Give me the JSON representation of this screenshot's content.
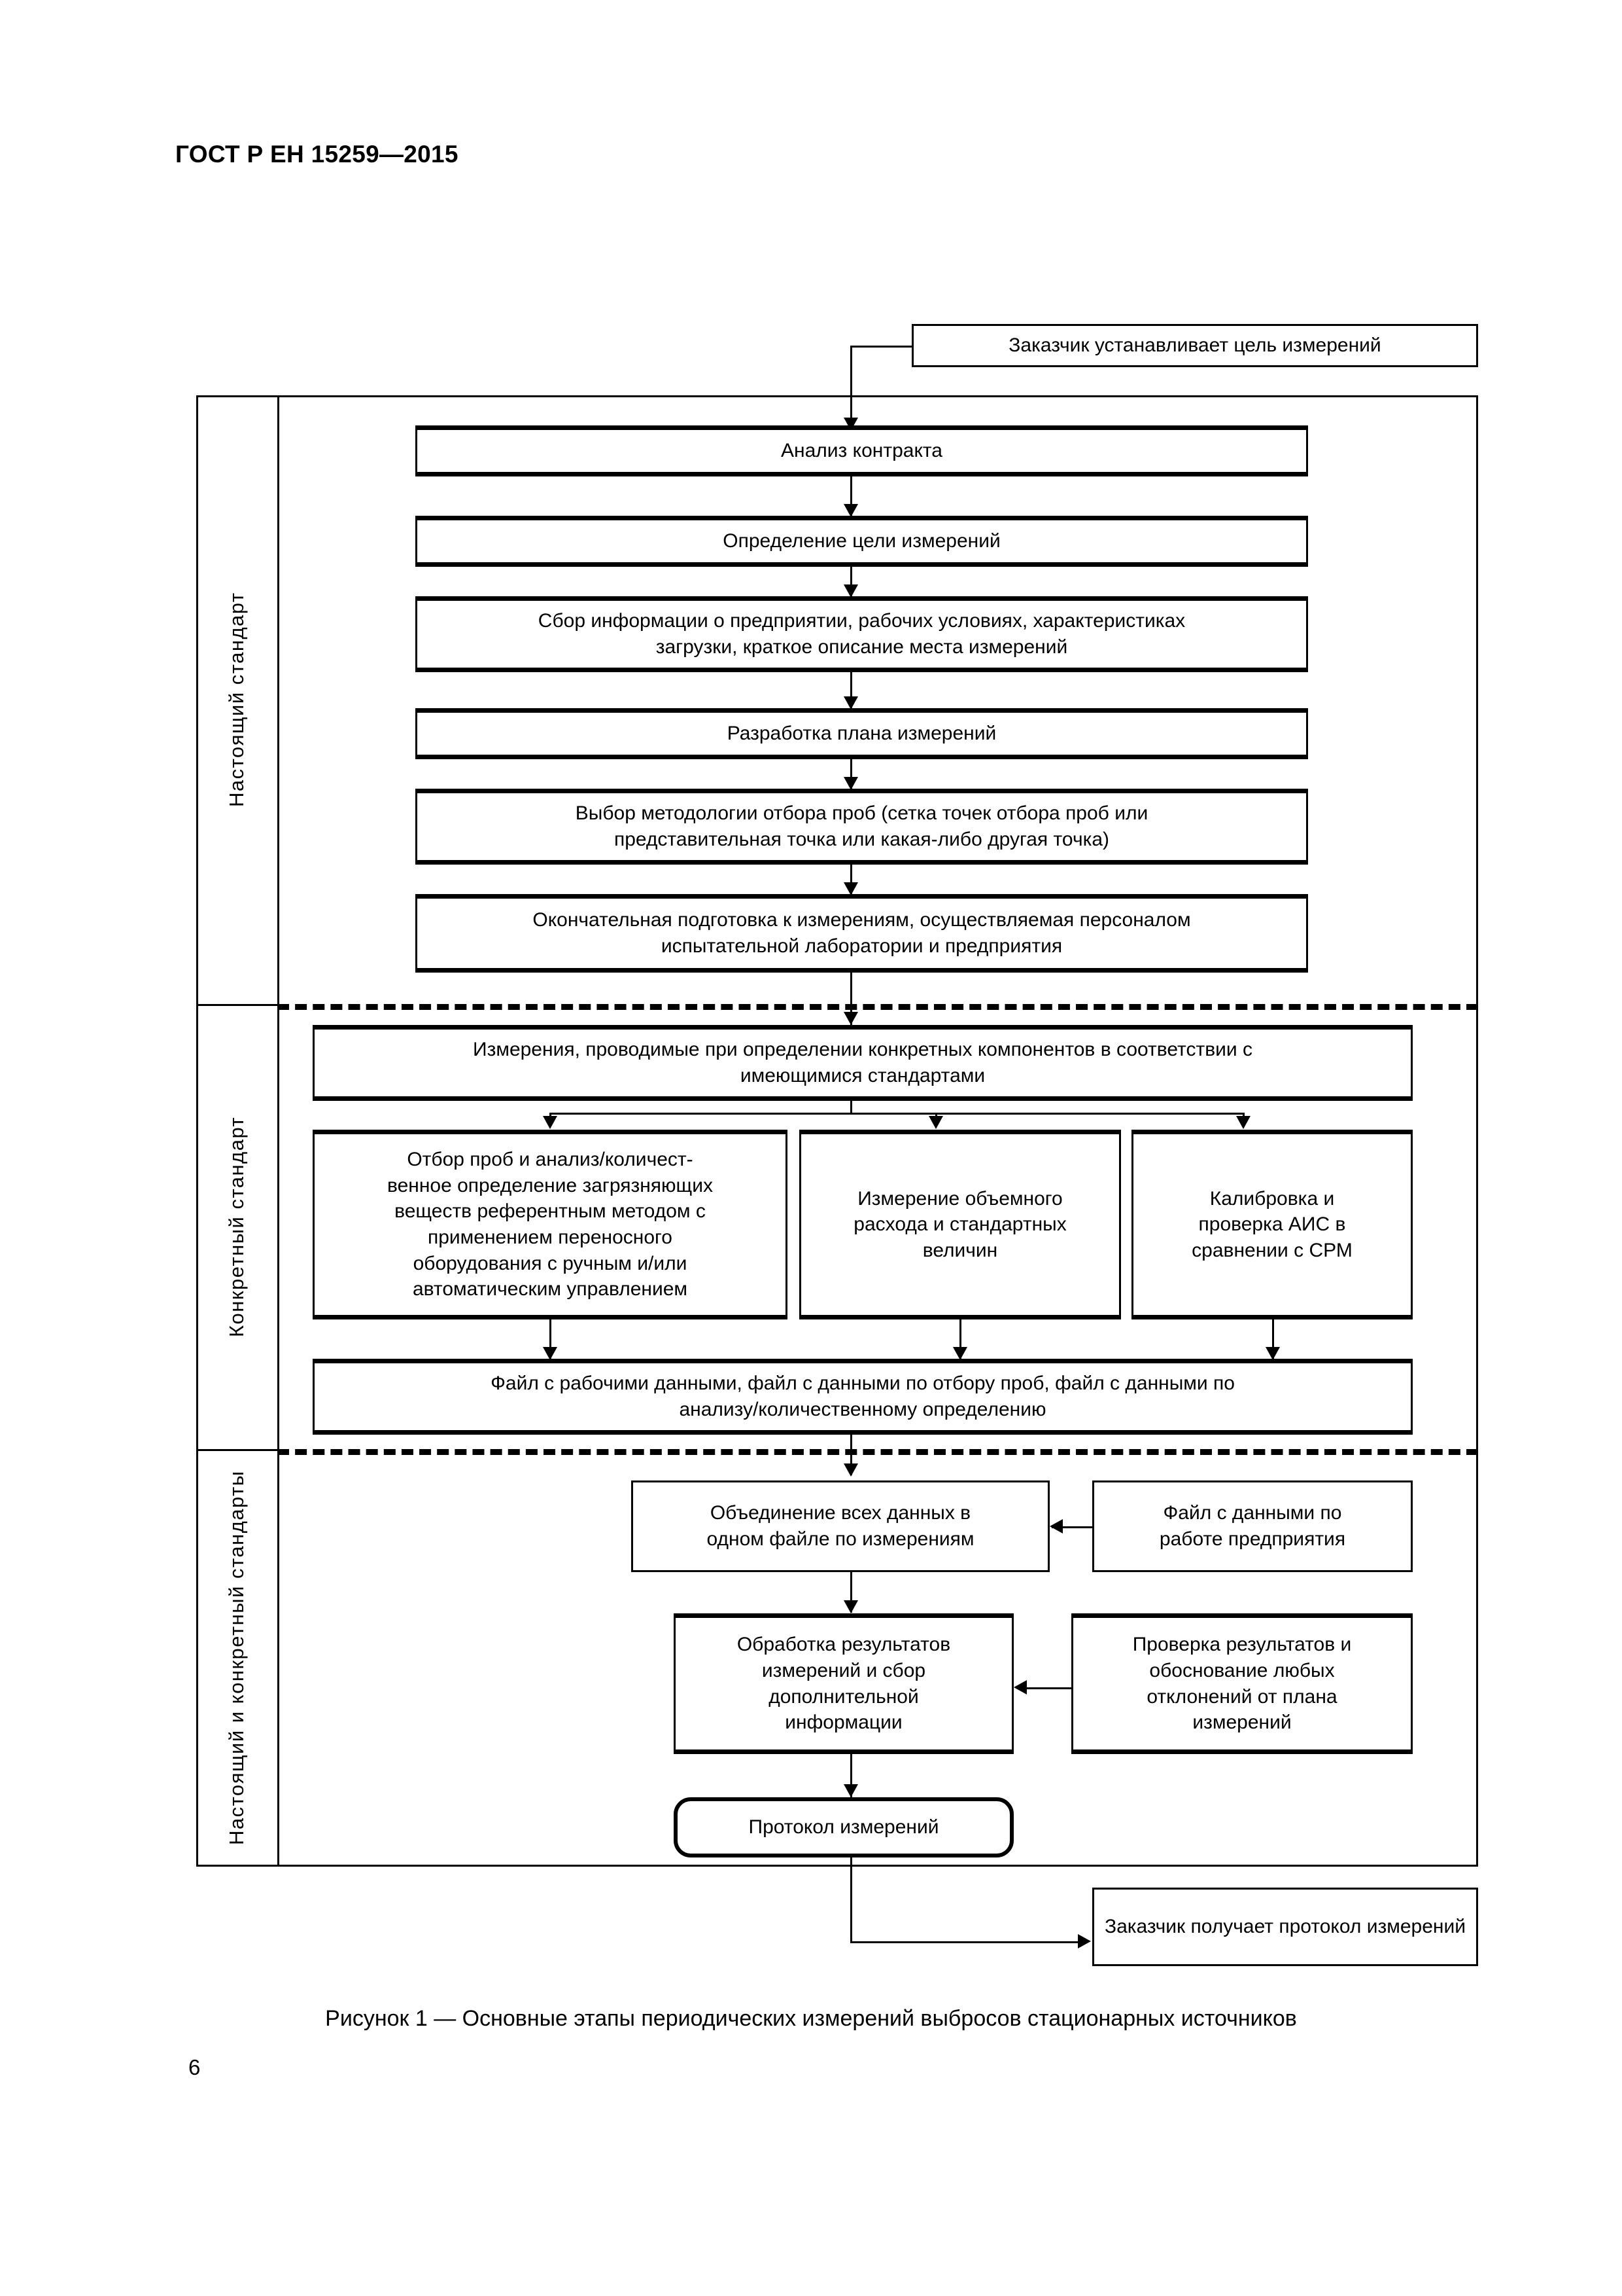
{
  "document": {
    "header": "ГОСТ Р ЕН 15259—2015",
    "page_number": "6",
    "figure_caption": "Рисунок 1 — Основные этапы периодических измерений выбросов стационарных источников"
  },
  "colors": {
    "line": "#000000",
    "background": "#ffffff"
  },
  "chart_data": {
    "type": "diagram",
    "title": "Рисунок 1 — Основные этапы периодических измерений выбросов стационарных источников",
    "lanes": [
      {
        "id": "lane1",
        "label": "Настоящий стандарт"
      },
      {
        "id": "lane2",
        "label": "Конкретный стандарт"
      },
      {
        "id": "lane3",
        "label": "Настоящий и конкретный стандарты"
      }
    ],
    "external_nodes": [
      {
        "id": "n_client_sets",
        "text": "Заказчик устанавливает цель измерений",
        "position": "top-right"
      },
      {
        "id": "n_client_gets",
        "text": "Заказчик получает протокол измерений",
        "position": "bottom-right"
      }
    ],
    "nodes": [
      {
        "id": "n1",
        "lane": "lane1",
        "lines": [
          "Анализ контракта"
        ]
      },
      {
        "id": "n2",
        "lane": "lane1",
        "lines": [
          "Определение цели измерений"
        ]
      },
      {
        "id": "n3",
        "lane": "lane1",
        "lines": [
          "Сбор информации о предприятии, рабочих условиях, характеристиках",
          "загрузки, краткое описание места измерений"
        ]
      },
      {
        "id": "n4",
        "lane": "lane1",
        "lines": [
          "Разработка плана измерений"
        ]
      },
      {
        "id": "n5",
        "lane": "lane1",
        "lines": [
          "Выбор методологии отбора проб (сетка точек отбора проб или",
          "представительная точка или какая-либо другая точка)"
        ]
      },
      {
        "id": "n6",
        "lane": "lane1",
        "lines": [
          "Окончательная подготовка к измерениям, осуществляемая персоналом",
          "испытательной лаборатории и предприятия"
        ]
      },
      {
        "id": "n7",
        "lane": "lane2",
        "lines": [
          "Измерения, проводимые при определении конкретных компонентов в соответствии с",
          "имеющимися стандартами"
        ]
      },
      {
        "id": "n8",
        "lane": "lane2",
        "lines": [
          "Отбор проб и анализ/количест-",
          "венное определение загрязняющих",
          "веществ референтным методом с",
          "применением переносного",
          "оборудования с ручным и/или",
          "автоматическим управлением"
        ]
      },
      {
        "id": "n9",
        "lane": "lane2",
        "lines": [
          "Измерение объемного",
          "расхода и стандартных",
          "величин"
        ]
      },
      {
        "id": "n10",
        "lane": "lane2",
        "lines": [
          "Калибровка и",
          "проверка АИС в",
          "сравнении с СРМ"
        ]
      },
      {
        "id": "n11",
        "lane": "lane2",
        "lines": [
          "Файл с рабочими данными, файл с данными по отбору проб, файл с данными по",
          "анализу/количественному определению"
        ]
      },
      {
        "id": "n12",
        "lane": "lane3",
        "lines": [
          "Объединение всех данных в",
          "одном файле по измерениям"
        ]
      },
      {
        "id": "n13",
        "lane": "lane3",
        "lines": [
          "Файл с данными по",
          "работе предприятия"
        ]
      },
      {
        "id": "n14",
        "lane": "lane3",
        "lines": [
          "Обработка результатов",
          "измерений и сбор",
          "дополнительной",
          "информации"
        ]
      },
      {
        "id": "n15",
        "lane": "lane3",
        "lines": [
          "Проверка результатов и",
          "обоснование любых",
          "отклонений от плана",
          "измерений"
        ]
      },
      {
        "id": "n16",
        "lane": "lane3",
        "lines": [
          "Протокол измерений"
        ],
        "shape": "rounded"
      }
    ],
    "edges": [
      {
        "from": "n_client_sets",
        "to": "n1",
        "dir": "down"
      },
      {
        "from": "n1",
        "to": "n2",
        "dir": "down"
      },
      {
        "from": "n2",
        "to": "n3",
        "dir": "down"
      },
      {
        "from": "n3",
        "to": "n4",
        "dir": "down"
      },
      {
        "from": "n4",
        "to": "n5",
        "dir": "down"
      },
      {
        "from": "n5",
        "to": "n6",
        "dir": "down"
      },
      {
        "from": "n6",
        "to": "n7",
        "dir": "down"
      },
      {
        "from": "n7",
        "to": "n8",
        "dir": "down"
      },
      {
        "from": "n7",
        "to": "n9",
        "dir": "down"
      },
      {
        "from": "n7",
        "to": "n10",
        "dir": "down"
      },
      {
        "from": "n8",
        "to": "n11",
        "dir": "down"
      },
      {
        "from": "n9",
        "to": "n11",
        "dir": "down"
      },
      {
        "from": "n10",
        "to": "n11",
        "dir": "down"
      },
      {
        "from": "n11",
        "to": "n12",
        "dir": "down"
      },
      {
        "from": "n13",
        "to": "n12",
        "dir": "left"
      },
      {
        "from": "n12",
        "to": "n14",
        "dir": "down"
      },
      {
        "from": "n15",
        "to": "n14",
        "dir": "left"
      },
      {
        "from": "n14",
        "to": "n16",
        "dir": "down"
      },
      {
        "from": "n16",
        "to": "n_client_gets",
        "dir": "right"
      }
    ]
  }
}
